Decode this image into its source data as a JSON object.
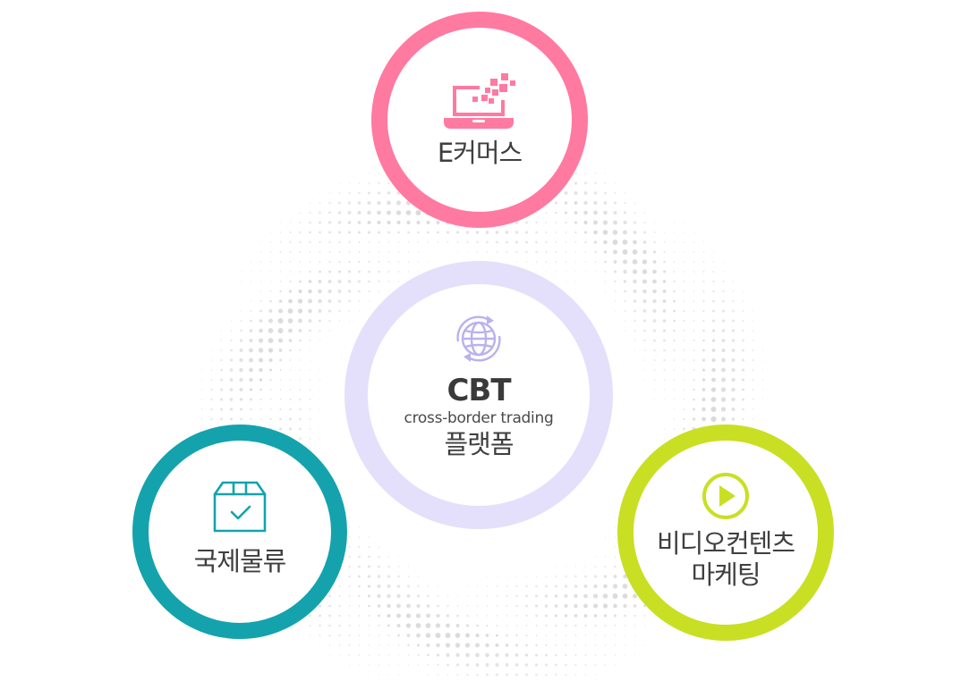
{
  "nodes": {
    "ecommerce": {
      "label": "E커머스",
      "icon": "laptop-pixels-icon",
      "color": "#ff7aa1"
    },
    "cbt": {
      "title": "CBT",
      "subtitle": "cross-border trading",
      "label": "플랫폼",
      "icon": "globe-sync-icon",
      "color": "#e4e0fb"
    },
    "logistics": {
      "label": "국제물류",
      "icon": "box-check-icon",
      "color": "#14a3ad"
    },
    "video": {
      "label_line1": "비디오컨텐츠",
      "label_line2": "마케팅",
      "icon": "play-circle-icon",
      "color": "#c9df23"
    }
  },
  "background": {
    "pattern": "halftone-dots",
    "dot_color": "#d6d6d6"
  }
}
